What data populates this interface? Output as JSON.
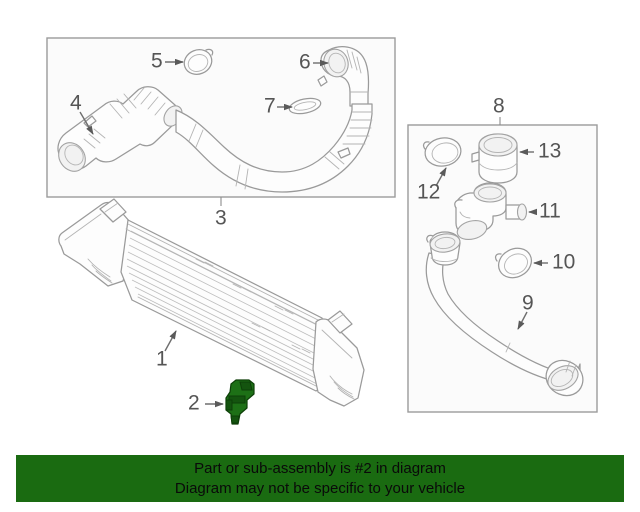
{
  "page": {
    "title": "Intercooler and charge air hose parts diagram",
    "background_color": "#ffffff",
    "line_color": "#9a9a9a",
    "highlight_color": "#1d7016"
  },
  "groups": [
    {
      "id": "group-3",
      "label": "3",
      "description": "Charge air hose assembly group box (upper left)"
    },
    {
      "id": "group-8",
      "label": "8",
      "description": "Charge air duct assembly group box (right)"
    }
  ],
  "callouts": [
    {
      "id": "callout-1",
      "label": "1",
      "part": "intercooler"
    },
    {
      "id": "callout-2",
      "label": "2",
      "part": "highlighted-bracket"
    },
    {
      "id": "callout-3",
      "label": "3",
      "part": "charge-air-hose-assembly"
    },
    {
      "id": "callout-4",
      "label": "4",
      "part": "upper-charge-air-hose"
    },
    {
      "id": "callout-5",
      "label": "5",
      "part": "seal-ring-upper"
    },
    {
      "id": "callout-6",
      "label": "6",
      "part": "elbow-connector"
    },
    {
      "id": "callout-7",
      "label": "7",
      "part": "gasket-flat"
    },
    {
      "id": "callout-8",
      "label": "8",
      "part": "charge-air-duct-assembly"
    },
    {
      "id": "callout-9",
      "label": "9",
      "part": "lower-charge-air-hose"
    },
    {
      "id": "callout-10",
      "label": "10",
      "part": "seal-ring-lower"
    },
    {
      "id": "callout-11",
      "label": "11",
      "part": "tee-connector-port"
    },
    {
      "id": "callout-12",
      "label": "12",
      "part": "seal-ring-cap"
    },
    {
      "id": "callout-13",
      "label": "13",
      "part": "sleeve-connector"
    }
  ],
  "banner": {
    "background_color": "#1a6b11",
    "line1": "Part or sub-assembly is #2 in diagram",
    "line2": "Diagram may not be specific to your vehicle"
  }
}
